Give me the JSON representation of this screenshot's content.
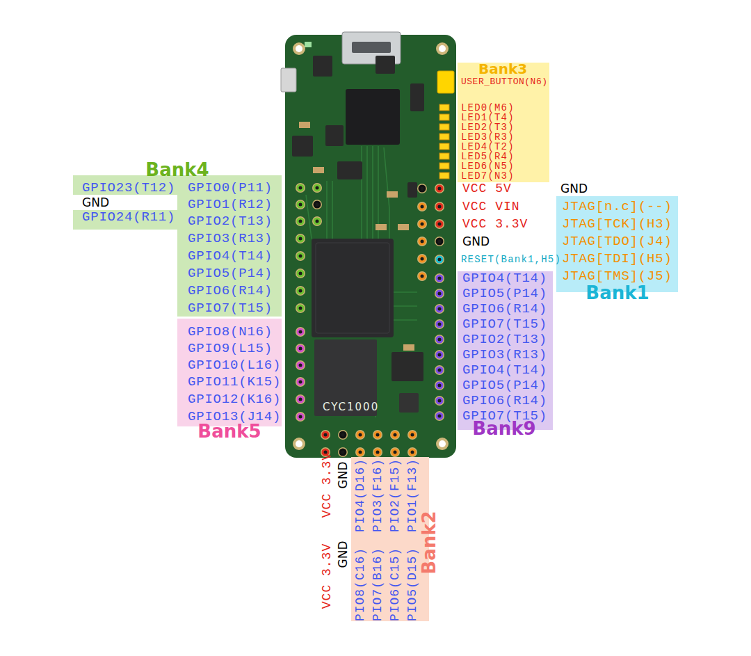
{
  "diagram": {
    "nodes": [
      {
        "text": [
          "Bank3",
          "USER_BUTTON(N6)",
          "LED0(M6)",
          "LED1(T4)",
          "LED2(T3)",
          "LED3(R3)",
          "LED4(T2)",
          "LED5(R4)",
          "LED6(N5)",
          "LED7(N3)"
        ]
      },
      {
        "text": [
          "Bank4",
          "GPIO23(T12)",
          "GPIO0(P11)",
          "GPIO1(R12)",
          "GPIO24(R11)",
          "GPIO2(T13)",
          "GPIO3(R13)",
          "GPIO4(T14)",
          "GPIO5(P14)",
          "GPIO6(R14)",
          "GPIO7(T15)"
        ]
      },
      {
        "text": [
          "JTAG[n.c](--)",
          "JTAG[TCK](H3)",
          "JTAG[TDO](J4)",
          "JTAG[TDI](H5)",
          "JTAG[TMS](J5)",
          "Bank1"
        ]
      },
      {
        "text": [
          "GPIO4(T14)",
          "GPIO5(P14)",
          "GPIO6(R14)",
          "GPIO7(T15)",
          "GPIO2(T13)",
          "GPIO3(R13)",
          "GPIO4(T14)",
          "GPIO5(P14)",
          "GPIO6(R14)",
          "GPIO7(T15)",
          "Bank9"
        ]
      },
      {
        "text": [
          "GPIO8(N16)",
          "GPIO9(L15)",
          "GPIO10(L16)",
          "GPIO11(K15)",
          "GPIO12(K16)",
          "GPIO13(J14)",
          "Bank5"
        ]
      },
      {
        "text": [
          "PIO4(D16)",
          "PIO3(F16)",
          "PIO2(F15)",
          "PIO1(F13)",
          "PIO8(C16)",
          "PIO7(B16)",
          "PIO6(C15)",
          "PIO5(D15)",
          "Bank2"
        ]
      }
    ],
    "labels": [
      "GND",
      "VCC 5V",
      "GND",
      "VCC VIN",
      "VCC 3.3V",
      "GND",
      "RESET(Bank1,H5)",
      "CYC1000",
      "VCC 3.3V",
      "GND",
      "VCC 3.3V",
      "GND"
    ]
  }
}
